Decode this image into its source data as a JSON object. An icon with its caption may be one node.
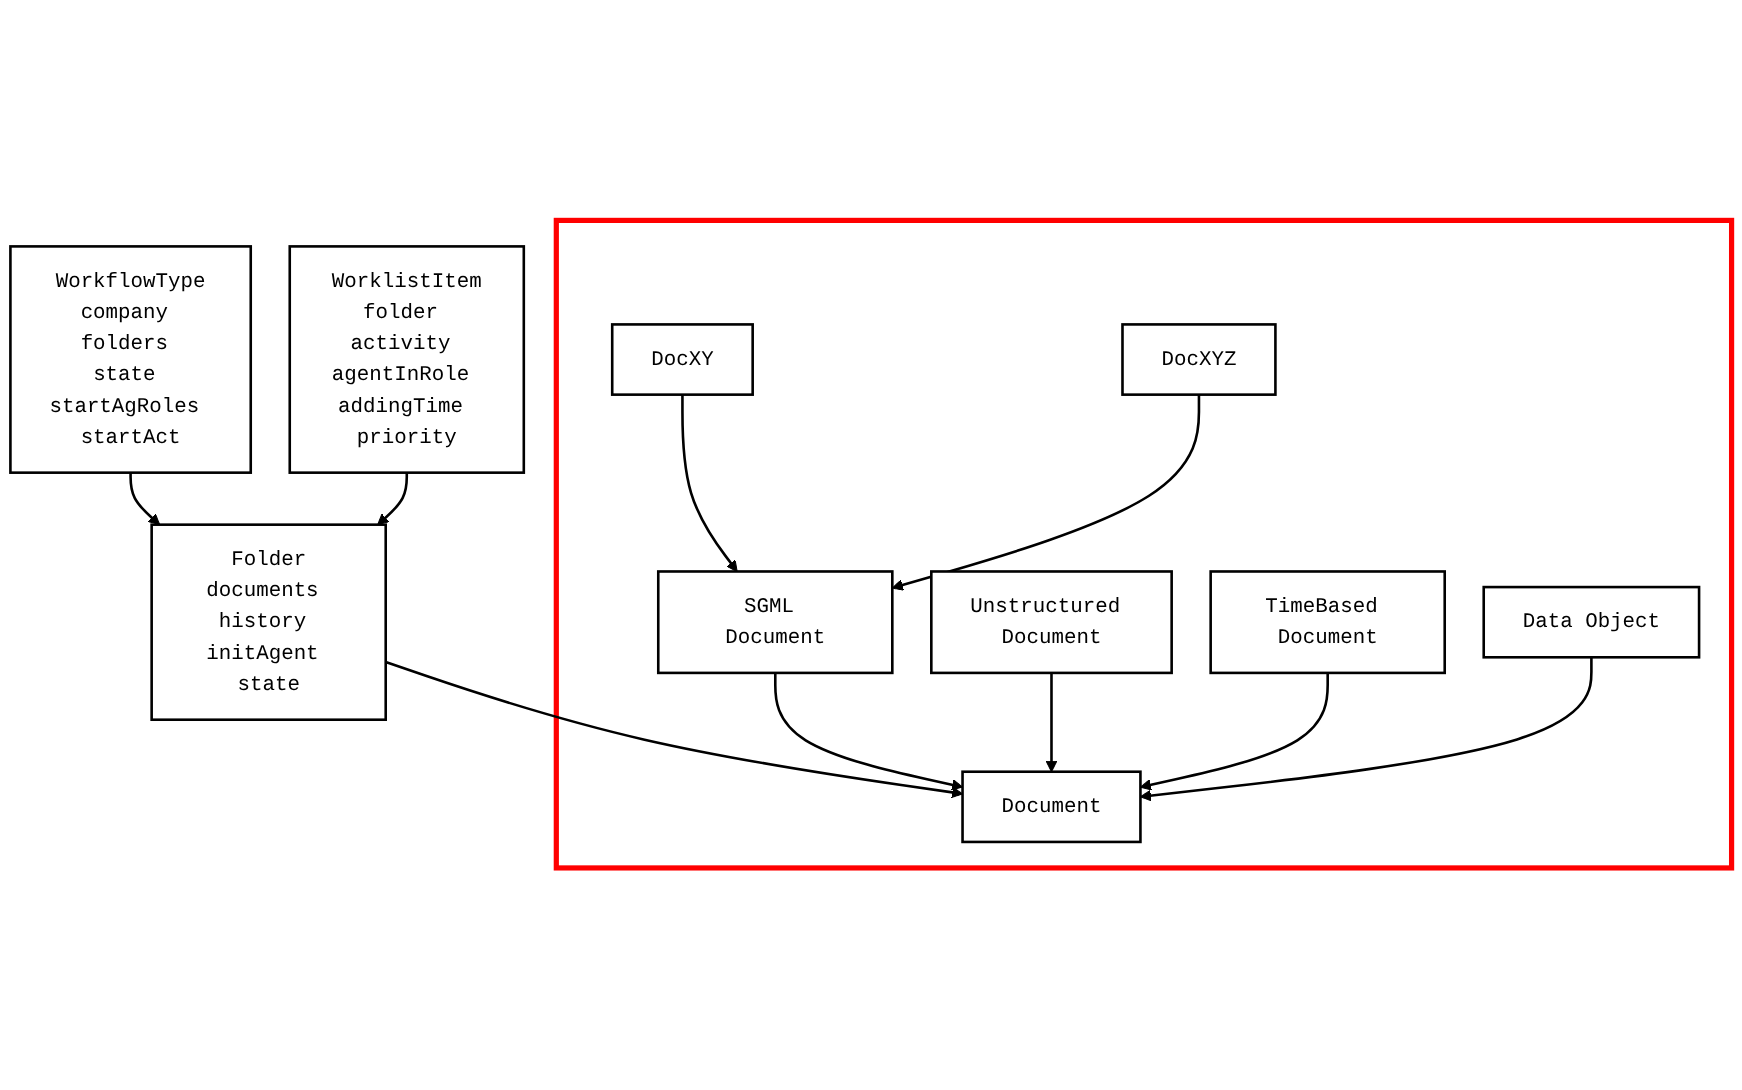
{
  "diagram": {
    "nodes": [
      {
        "text": [
          "WorkflowType",
          "company folders state startAgRoles startAct"
        ]
      },
      {
        "text": [
          "Folder",
          "documents history initAgent state"
        ]
      },
      {
        "text": [
          "WorklistItem",
          "folder activity agentInRole addingTime priority"
        ]
      },
      {
        "text": [],
        "shape": "box"
      },
      {
        "text": [
          "Document"
        ],
        "in": 3
      },
      {
        "text": [
          "SGML Document"
        ],
        "in": 3
      },
      {
        "text": [
          "Unstructured Document"
        ],
        "in": 3
      },
      {
        "text": [
          "TimeBased Document"
        ],
        "in": 3
      },
      {
        "text": [
          "Data Object"
        ],
        "in": 3
      },
      {
        "text": [
          "DocXY"
        ],
        "in": 3
      },
      {
        "text": [
          "DocXYZ"
        ],
        "in": 3
      }
    ],
    "edges": [
      {
        "from": 0,
        "to": 1,
        "arrow": "to"
      },
      {
        "from": 2,
        "to": 1,
        "arrow": "to"
      },
      {
        "from": 1,
        "to": 4,
        "arrow": "to"
      },
      {
        "from": 5,
        "to": 4,
        "arrow": "to"
      },
      {
        "from": 6,
        "to": 4,
        "arrow": "to"
      },
      {
        "from": 7,
        "to": 4,
        "arrow": "to"
      },
      {
        "from": 8,
        "to": 4,
        "arrow": "to"
      },
      {
        "from": 9,
        "to": 5,
        "arrow": "to"
      },
      {
        "from": 10,
        "to": 5,
        "arrow": "to"
      }
    ]
  }
}
